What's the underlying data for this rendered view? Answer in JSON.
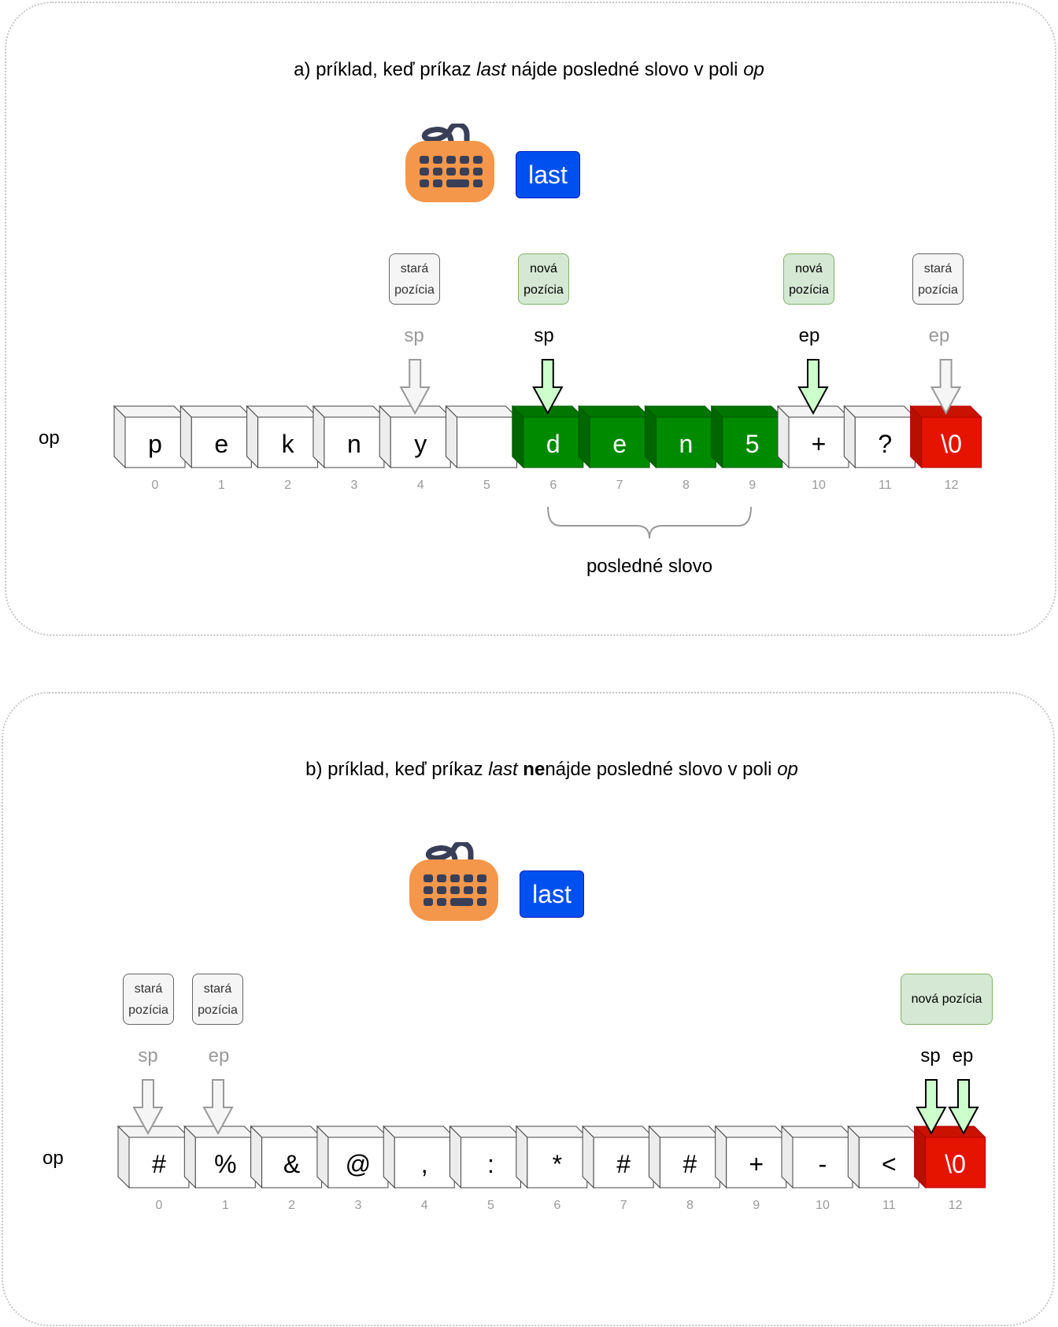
{
  "panel_a": {
    "title": {
      "prefix": "a) príklad, keď príkaz ",
      "cmd": "last",
      "middle": " nájde posledné slovo v poli ",
      "arr": "op"
    },
    "command": "last",
    "array_label": "op",
    "cells": [
      {
        "value": "p",
        "index": "0",
        "state": "normal"
      },
      {
        "value": "e",
        "index": "1",
        "state": "normal"
      },
      {
        "value": "k",
        "index": "2",
        "state": "normal"
      },
      {
        "value": "n",
        "index": "3",
        "state": "normal"
      },
      {
        "value": "y",
        "index": "4",
        "state": "normal"
      },
      {
        "value": "",
        "index": "5",
        "state": "normal"
      },
      {
        "value": "d",
        "index": "6",
        "state": "word"
      },
      {
        "value": "e",
        "index": "7",
        "state": "word"
      },
      {
        "value": "n",
        "index": "8",
        "state": "word"
      },
      {
        "value": "5",
        "index": "9",
        "state": "word"
      },
      {
        "value": "+",
        "index": "10",
        "state": "normal"
      },
      {
        "value": "?",
        "index": "11",
        "state": "normal"
      },
      {
        "value": "\\0",
        "index": "12",
        "state": "terminator"
      }
    ],
    "notes": [
      {
        "line1": "stará",
        "line2": "pozícia",
        "kind": "old"
      },
      {
        "line1": "nová",
        "line2": "pozícia",
        "kind": "new"
      },
      {
        "line1": "nová",
        "line2": "pozícia",
        "kind": "new"
      },
      {
        "line1": "stará",
        "line2": "pozícia",
        "kind": "old"
      }
    ],
    "pointers": [
      {
        "label": "sp",
        "kind": "old"
      },
      {
        "label": "sp",
        "kind": "new"
      },
      {
        "label": "ep",
        "kind": "new"
      },
      {
        "label": "ep",
        "kind": "old"
      }
    ],
    "brace_label": "posledné slovo"
  },
  "panel_b": {
    "title": {
      "prefix": "b) príklad, keď príkaz ",
      "cmd": "last",
      "space": " ",
      "neg": "ne",
      "middle": "nájde posledné slovo v poli ",
      "arr": "op"
    },
    "command": "last",
    "array_label": "op",
    "cells": [
      {
        "value": "#",
        "index": "0",
        "state": "normal"
      },
      {
        "value": "%",
        "index": "1",
        "state": "normal"
      },
      {
        "value": "&",
        "index": "2",
        "state": "normal"
      },
      {
        "value": "@",
        "index": "3",
        "state": "normal"
      },
      {
        "value": ",",
        "index": "4",
        "state": "normal"
      },
      {
        "value": ":",
        "index": "5",
        "state": "normal"
      },
      {
        "value": "*",
        "index": "6",
        "state": "normal"
      },
      {
        "value": "#",
        "index": "7",
        "state": "normal"
      },
      {
        "value": "#",
        "index": "8",
        "state": "normal"
      },
      {
        "value": "+",
        "index": "9",
        "state": "normal"
      },
      {
        "value": "-",
        "index": "10",
        "state": "normal"
      },
      {
        "value": "<",
        "index": "11",
        "state": "normal"
      },
      {
        "value": "\\0",
        "index": "12",
        "state": "terminator"
      }
    ],
    "notes": [
      {
        "line1": "stará",
        "line2": "pozícia",
        "kind": "old"
      },
      {
        "line1": "stará",
        "line2": "pozícia",
        "kind": "old"
      },
      {
        "line1": "nová pozícia",
        "kind": "new"
      }
    ],
    "pointers": [
      {
        "label": "sp",
        "kind": "old"
      },
      {
        "label": "ep",
        "kind": "old"
      },
      {
        "label": "sp",
        "kind": "new"
      },
      {
        "label": "ep",
        "kind": "new"
      }
    ]
  },
  "icons": {
    "keyboard": "keyboard-icon",
    "pointer_arrow": "down-arrow-icon"
  },
  "colors": {
    "word_cell": "#008a00",
    "terminator_cell": "#e51400",
    "command_button": "#0050ef",
    "old_pointer": "#f5f5f5",
    "new_pointer": "#ccffcc",
    "new_note": "#d5e8d4",
    "keyboard_body": "#f4974a"
  }
}
